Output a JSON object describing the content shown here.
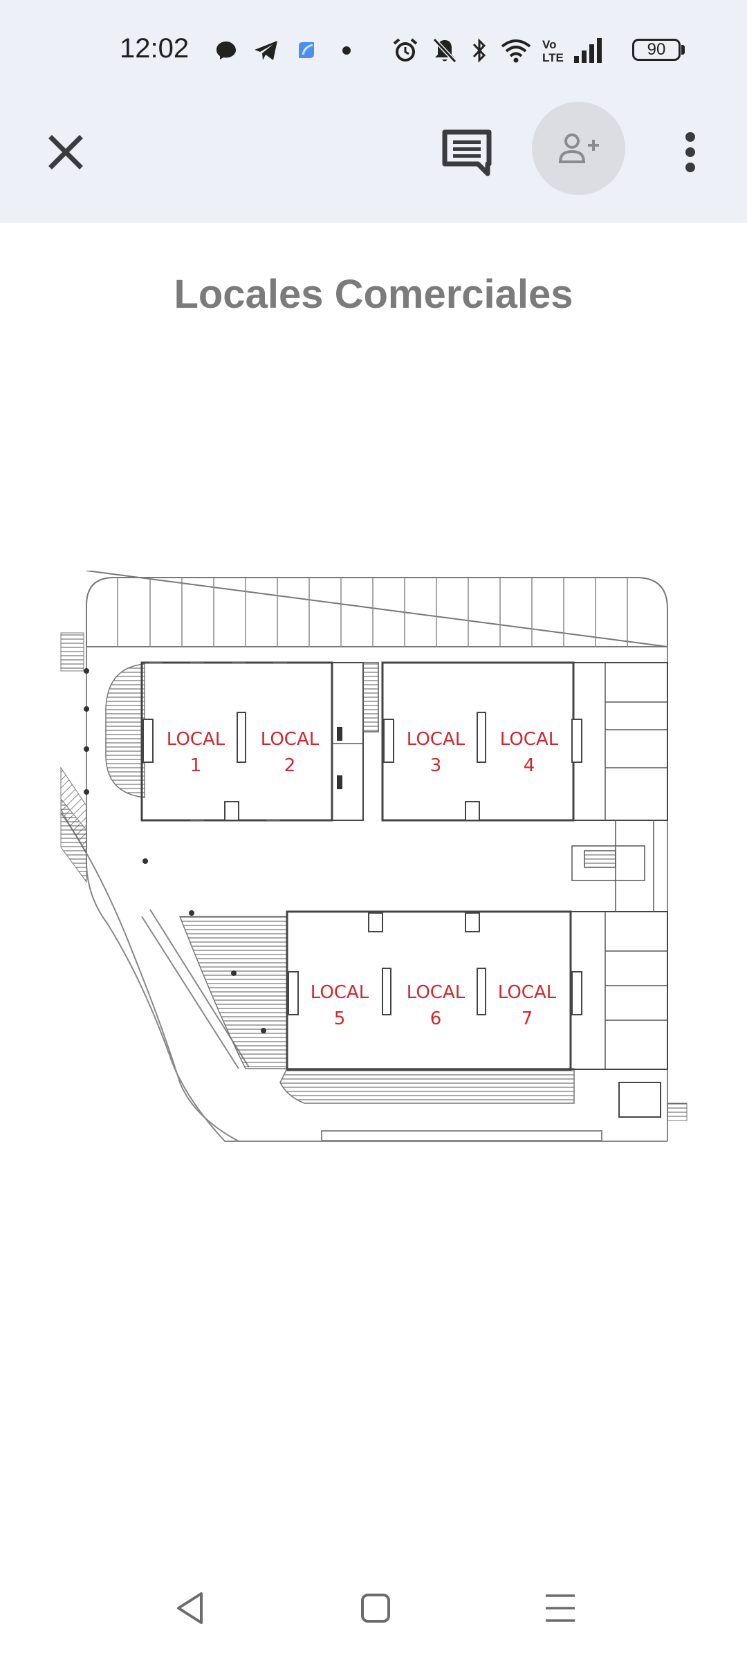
{
  "status_bar": {
    "time": "12:02",
    "battery_level": "90",
    "left_icons": [
      "messenger-icon",
      "telegram-icon",
      "app-icon",
      "dot-icon"
    ],
    "right_icons": [
      "alarm-icon",
      "bell-off-icon",
      "bluetooth-icon",
      "wifi-icon",
      "volte-icon",
      "signal-icon",
      "battery-icon"
    ],
    "volte_text": "Vo LTE"
  },
  "toolbar": {
    "close_icon": "close-icon",
    "comments_icon": "comment-icon",
    "share_icon": "person-add-icon",
    "more_icon": "more-vert-icon"
  },
  "document": {
    "title": "Locales Comerciales",
    "floor_plan": {
      "label_word": "LOCAL",
      "units": [
        {
          "label": "LOCAL",
          "number": "1"
        },
        {
          "label": "LOCAL",
          "number": "2"
        },
        {
          "label": "LOCAL",
          "number": "3"
        },
        {
          "label": "LOCAL",
          "number": "4"
        },
        {
          "label": "LOCAL",
          "number": "5"
        },
        {
          "label": "LOCAL",
          "number": "6"
        },
        {
          "label": "LOCAL",
          "number": "7"
        }
      ],
      "label_color": "#d1282e"
    }
  },
  "nav_bar": {
    "back_icon": "back-triangle-icon",
    "home_icon": "home-square-icon",
    "recents_icon": "recents-menu-icon"
  }
}
